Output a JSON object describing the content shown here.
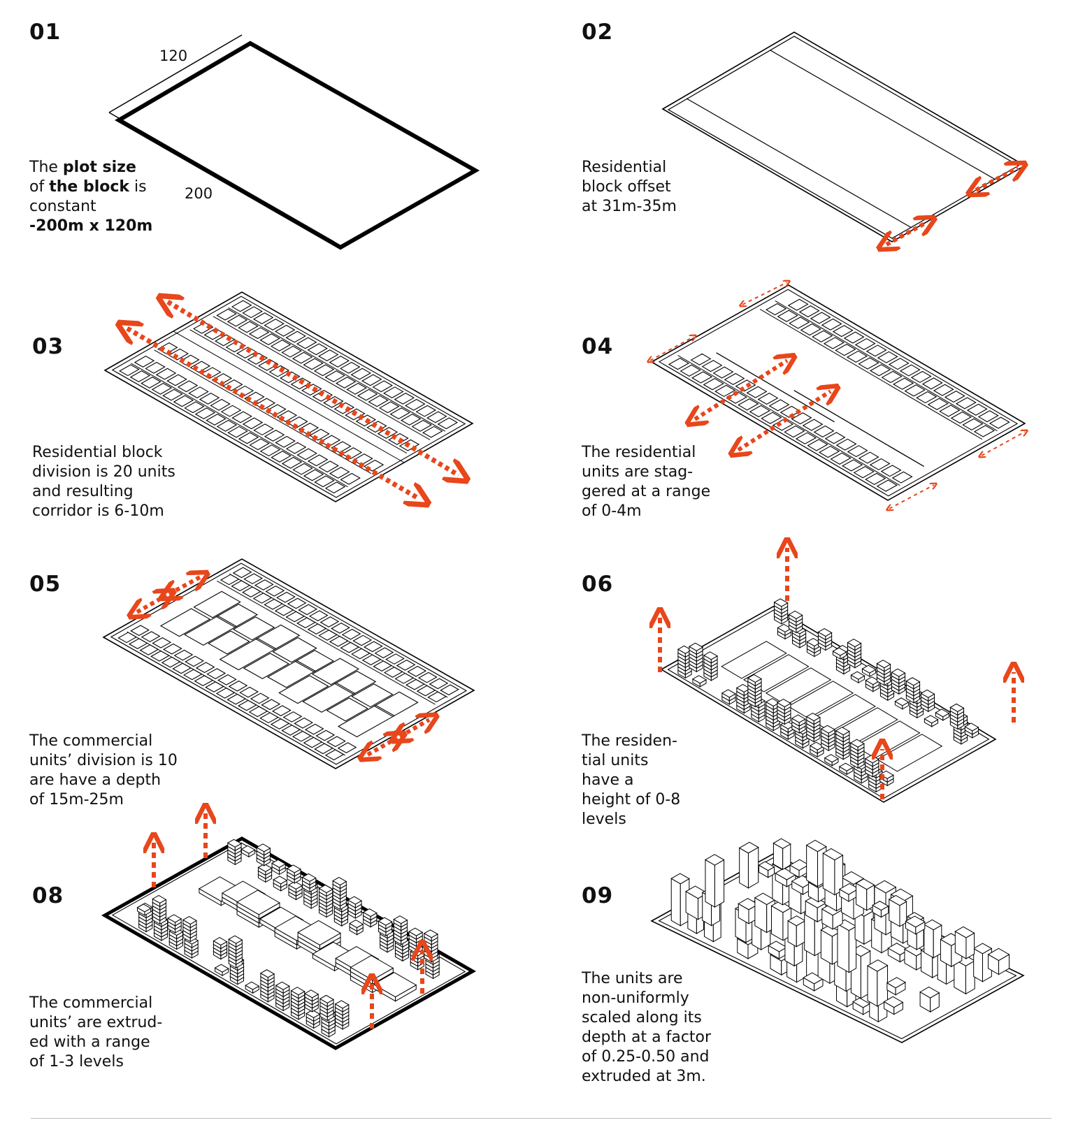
{
  "accent_color": "#e8461b",
  "dimensions": {
    "short_side": "120",
    "long_side": "200"
  },
  "steps": [
    {
      "number": "01",
      "caption": {
        "l1a": "The ",
        "l1b": "plot size",
        "l2a": "of ",
        "l2b": "the block",
        "l2c": " is",
        "l3": "constant",
        "l4": "-200m x 120m"
      }
    },
    {
      "number": "02",
      "caption_lines": [
        "Residential",
        "block offset",
        "at 31m-35m"
      ]
    },
    {
      "number": "03",
      "caption_lines": [
        "Residential block",
        "division is 20 units",
        "and resulting",
        "corridor is 6-10m"
      ]
    },
    {
      "number": "04",
      "caption_lines": [
        "The residential",
        "units are stag-",
        "gered at a range",
        "of 0-4m"
      ]
    },
    {
      "number": "05",
      "caption_lines": [
        "The commercial",
        "units’ division is 10",
        "are have a depth",
        "of 15m-25m"
      ]
    },
    {
      "number": "06",
      "caption_lines": [
        "The residen-",
        "tial units",
        "have a",
        "height of 0-8",
        "levels"
      ]
    },
    {
      "number": "08",
      "caption_lines": [
        "The commercial",
        "units’ are extrud-",
        "ed with a range",
        "of 1-3 levels"
      ]
    },
    {
      "number": "09",
      "caption_lines": [
        "The units are",
        "non-uniformly",
        "scaled along its",
        "depth at a factor",
        "of 0.25-0.50 and",
        "extruded at 3m."
      ]
    }
  ]
}
